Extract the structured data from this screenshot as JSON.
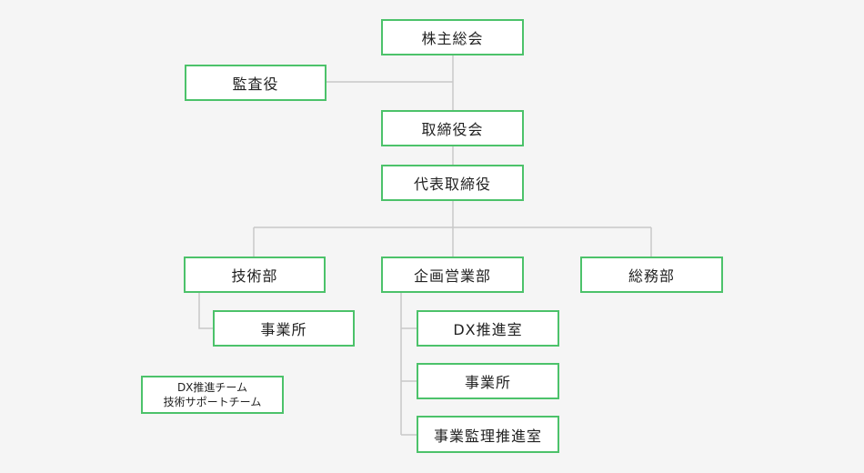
{
  "theme": {
    "background": "#f5f5f5",
    "box_fill": "#ffffff",
    "box_border": "#4cc26a",
    "connector": "#c8c8c8",
    "text": "#222222"
  },
  "org": {
    "shareholders_meeting": "株主総会",
    "auditor": "監査役",
    "board_of_directors": "取締役会",
    "representative_director": "代表取締役",
    "engineering_dept": "技術部",
    "planning_sales_dept": "企画営業部",
    "general_affairs_dept": "総務部",
    "engineering_office": "事業所",
    "dx_promotion_office": "DX推進室",
    "planning_office": "事業所",
    "business_supervision_office": "事業監理推進室",
    "teams": {
      "line1": "DX推進チーム",
      "line2": "技術サポートチーム"
    }
  }
}
